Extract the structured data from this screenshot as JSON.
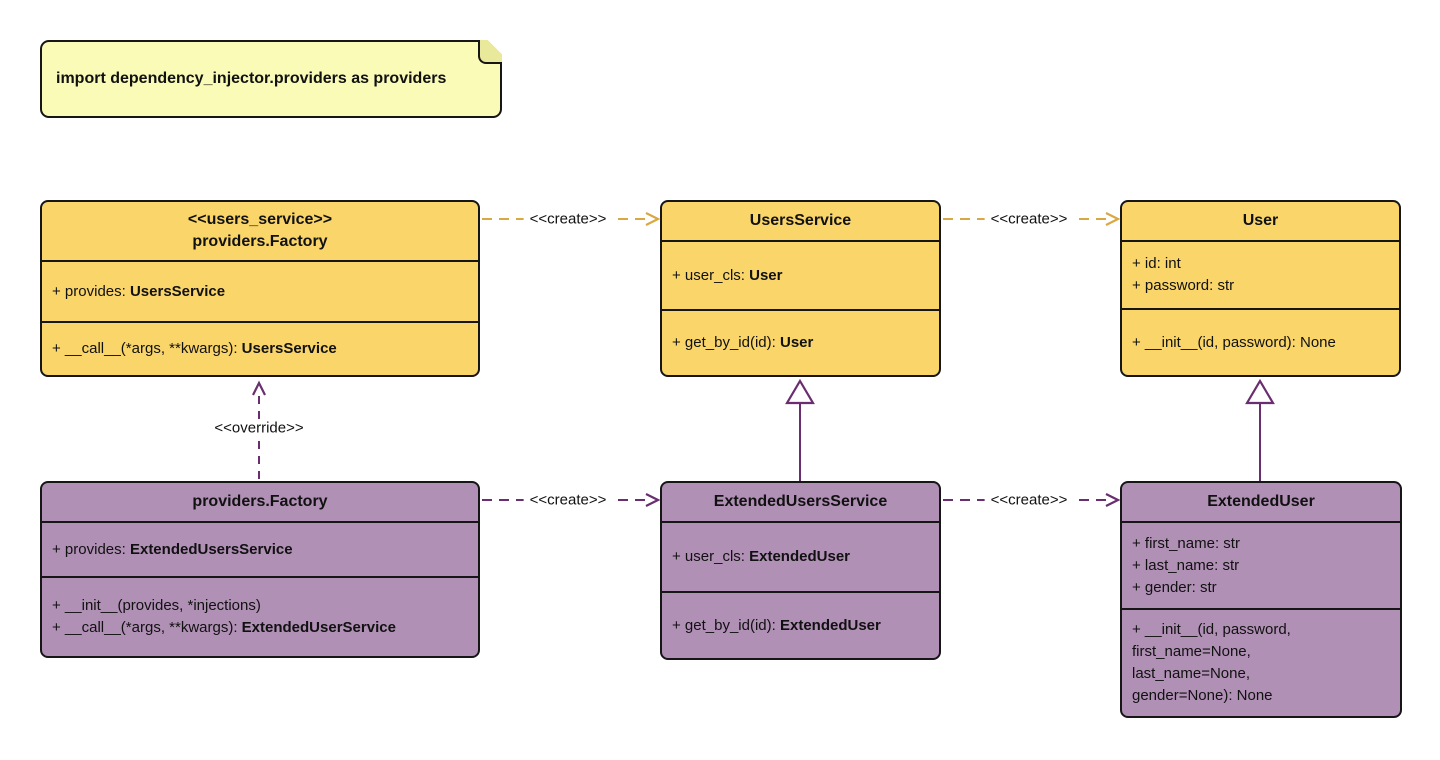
{
  "note": {
    "text": "import dependency_injector.providers as providers"
  },
  "colors": {
    "class_yellow_fill": "#FAD56A",
    "class_purple_fill": "#B190B6",
    "note_fill": "#FBFBB8",
    "gold_edge": "#D9A843",
    "purple_edge": "#6A2D70",
    "border": "#161616"
  },
  "classes": [
    {
      "stereotype": "<<users_service>>",
      "name": "providers.Factory",
      "attributes": [
        [
          {
            "t": "+ provides: "
          },
          {
            "t": "UsersService",
            "b": true
          }
        ]
      ],
      "methods": [
        [
          {
            "t": "+ __call__(*args, **kwargs): "
          },
          {
            "t": "UsersService",
            "b": true
          }
        ]
      ]
    },
    {
      "name": "UsersService",
      "attributes": [
        [
          {
            "t": "+ user_cls: "
          },
          {
            "t": "User",
            "b": true
          }
        ]
      ],
      "methods": [
        [
          {
            "t": "+ get_by_id(id): "
          },
          {
            "t": "User",
            "b": true
          }
        ]
      ]
    },
    {
      "name": "User",
      "attributes": [
        [
          {
            "t": "+ id: int"
          }
        ],
        [
          {
            "t": "+ password: str"
          }
        ]
      ],
      "methods": [
        [
          {
            "t": "+ __init__(id, password): None"
          }
        ]
      ]
    },
    {
      "name": "providers.Factory",
      "attributes": [
        [
          {
            "t": "+ provides: "
          },
          {
            "t": "ExtendedUsersService",
            "b": true
          }
        ]
      ],
      "methods": [
        [
          {
            "t": "+ __init__(provides, *injections)"
          }
        ],
        [
          {
            "t": "+ __call__(*args, **kwargs): "
          },
          {
            "t": "ExtendedUserService",
            "b": true
          }
        ]
      ]
    },
    {
      "name": "ExtendedUsersService",
      "attributes": [
        [
          {
            "t": "+ user_cls: "
          },
          {
            "t": "ExtendedUser",
            "b": true
          }
        ]
      ],
      "methods": [
        [
          {
            "t": "+ get_by_id(id): "
          },
          {
            "t": "ExtendedUser",
            "b": true
          }
        ]
      ]
    },
    {
      "name": "ExtendedUser",
      "attributes": [
        [
          {
            "t": "+ first_name: str"
          }
        ],
        [
          {
            "t": "+ last_name: str"
          }
        ],
        [
          {
            "t": "+ gender: str"
          }
        ]
      ],
      "methods": [
        [
          {
            "t": "+ __init__(id, password,"
          }
        ],
        [
          {
            "t": "first_name=None,"
          }
        ],
        [
          {
            "t": "last_name=None,"
          }
        ],
        [
          {
            "t": "gender=None): None"
          }
        ]
      ]
    }
  ],
  "edges": {
    "create_label": "<<create>>",
    "override_label": "<<override>>"
  }
}
